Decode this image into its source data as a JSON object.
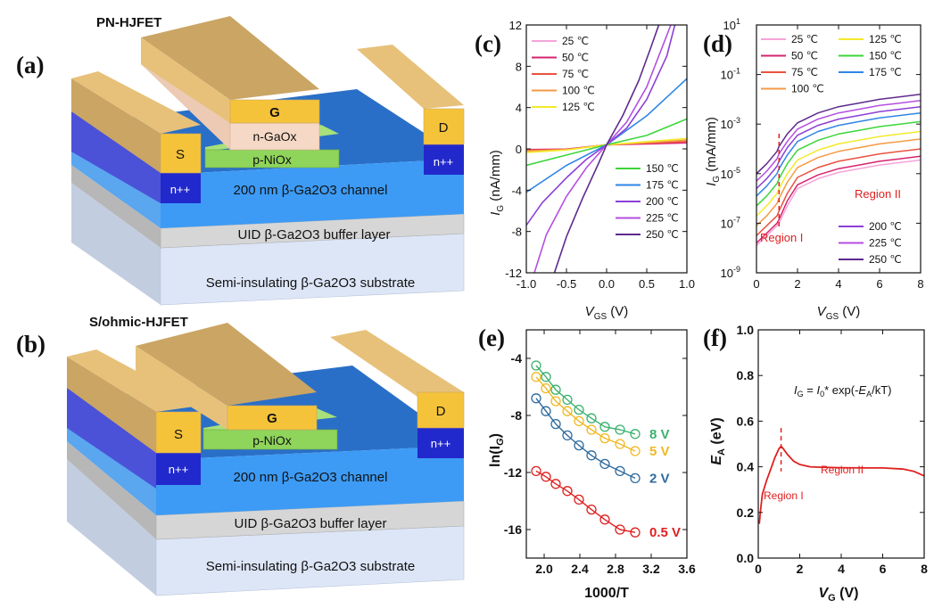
{
  "figure": {
    "panel_a": {
      "letter": "(a)",
      "title": "PN-HJFET",
      "labels": {
        "gate": "G",
        "source": "S",
        "drain": "D",
        "nplus_left": "n++",
        "nplus_right": "n++",
        "n_gaox": "n-GaOx",
        "p_niox": "p-NiOx",
        "channel": "200 nm β-Ga2O3 channel",
        "buffer": "UID β-Ga2O3 buffer layer",
        "substrate": "Semi-insulating β-Ga2O3 substrate"
      }
    },
    "panel_b": {
      "letter": "(b)",
      "title": "S/ohmic-HJFET",
      "labels": {
        "gate": "G",
        "source": "S",
        "drain": "D",
        "nplus_left": "n++",
        "nplus_right": "n++",
        "p_niox": "p-NiOx",
        "channel": "200 nm β-Ga2O3 channel",
        "buffer": "UID β-Ga2O3 buffer layer",
        "substrate": "Semi-insulating β-Ga2O3 substrate"
      }
    },
    "colors": {
      "gold_top": "#f5c33a",
      "gold_front": "#e7ad1d",
      "gold_side": "#caa564",
      "channel": "#3d9bf5",
      "channel_dark": "#2a6fc7",
      "nplus": "#2229cc",
      "buffer": "#d6d6d6",
      "substrate": "#dde6f7",
      "niox": "#8fd45b",
      "gaox": "#f5d8c5"
    }
  },
  "chart_data": [
    {
      "panel": "(c)",
      "type": "line",
      "xlabel": "V",
      "xlabel_sub": "GS",
      "xlabel_unit": " (V)",
      "ylabel": "I",
      "ylabel_sub": "G",
      "ylabel_unit": " (nA/mm)",
      "xlim": [
        -1.0,
        1.0
      ],
      "ylim": [
        -12,
        12
      ],
      "xticks": [
        -1.0,
        -0.5,
        0.0,
        0.5,
        1.0
      ],
      "xticklabels": [
        "-1.0",
        "-0.5",
        "0.0",
        "0.5",
        "1.0"
      ],
      "yticks": [
        -12,
        -8,
        -4,
        0,
        4,
        8,
        12
      ],
      "yticklabels": [
        "-12",
        "-8",
        "-4",
        "0",
        "4",
        "8",
        "12"
      ],
      "legend_left": [
        "25 ℃",
        "50 ℃",
        "75 ℃",
        "100 ℃",
        "125 ℃"
      ],
      "legend_right": [
        "150 ℃",
        "175 ℃",
        "200 ℃",
        "225 ℃",
        "250 ℃"
      ],
      "series": [
        {
          "name": "25 ℃",
          "color": "#f6a3d9",
          "x": [
            -1.0,
            -0.5,
            0.0,
            0.5,
            1.0
          ],
          "y": [
            -0.05,
            -0.02,
            0.4,
            0.45,
            0.55
          ]
        },
        {
          "name": "50 ℃",
          "color": "#d6246f",
          "x": [
            -1.0,
            -0.5,
            0.0,
            0.5,
            1.0
          ],
          "y": [
            -0.08,
            -0.03,
            0.4,
            0.5,
            0.6
          ]
        },
        {
          "name": "75 ℃",
          "color": "#e8533f",
          "x": [
            -1.0,
            -0.5,
            0.0,
            0.5,
            1.0
          ],
          "y": [
            -0.12,
            -0.05,
            0.4,
            0.55,
            0.7
          ]
        },
        {
          "name": "100 ℃",
          "color": "#f59a45",
          "x": [
            -1.0,
            -0.5,
            0.0,
            0.5,
            1.0
          ],
          "y": [
            -0.2,
            -0.08,
            0.4,
            0.6,
            0.85
          ]
        },
        {
          "name": "125 ℃",
          "color": "#f2ea2c",
          "x": [
            -1.0,
            -0.5,
            0.0,
            0.5,
            1.0
          ],
          "y": [
            -0.35,
            -0.1,
            0.4,
            0.7,
            1.0
          ]
        },
        {
          "name": "150 ℃",
          "color": "#3cd63a",
          "x": [
            -1.0,
            -0.5,
            0.0,
            0.5,
            1.0
          ],
          "y": [
            -1.6,
            -0.6,
            0.4,
            1.3,
            2.9
          ]
        },
        {
          "name": "175 ℃",
          "color": "#2f86e6",
          "x": [
            -1.0,
            -0.5,
            0.0,
            0.5,
            1.0
          ],
          "y": [
            -4.2,
            -1.6,
            0.4,
            3.2,
            6.8
          ]
        },
        {
          "name": "200 ℃",
          "color": "#8c3fd6",
          "x": [
            -1.0,
            -0.8,
            -0.5,
            -0.25,
            0.0,
            0.25,
            0.5,
            0.75,
            0.85
          ],
          "y": [
            -7.4,
            -5.2,
            -2.8,
            -1.0,
            0.4,
            2.0,
            4.8,
            9.0,
            12
          ]
        },
        {
          "name": "225 ℃",
          "color": "#b44fe0",
          "x": [
            -0.9,
            -0.75,
            -0.5,
            -0.25,
            0.0,
            0.25,
            0.5,
            0.7,
            0.8
          ],
          "y": [
            -12,
            -8.3,
            -4.6,
            -1.8,
            0.4,
            2.6,
            6.0,
            10.0,
            12
          ]
        },
        {
          "name": "250 ℃",
          "color": "#5e2a8e",
          "x": [
            -0.65,
            -0.5,
            -0.3,
            -0.1,
            0.0,
            0.2,
            0.4,
            0.55,
            0.65
          ],
          "y": [
            -12,
            -8.5,
            -4.8,
            -1.4,
            0.4,
            3.2,
            6.6,
            9.8,
            12
          ]
        }
      ]
    },
    {
      "panel": "(d)",
      "type": "line",
      "xlabel": "V",
      "xlabel_sub": "GS",
      "xlabel_unit": " (V)",
      "ylabel": "I",
      "ylabel_sub": "G",
      "ylabel_unit": " (mA/mm)",
      "xlim": [
        0,
        8
      ],
      "ylim_log10": [
        -9,
        1
      ],
      "yscale": "log",
      "xticks": [
        0,
        2,
        4,
        6,
        8
      ],
      "xticklabels": [
        "0",
        "2",
        "4",
        "6",
        "8"
      ],
      "yticks_log10": [
        -9,
        -7,
        -5,
        -3,
        -1,
        1
      ],
      "yticklabels": [
        [
          "10",
          "-9"
        ],
        [
          "10",
          "-7"
        ],
        [
          "10",
          "-5"
        ],
        [
          "10",
          "-3"
        ],
        [
          "10",
          "-1"
        ],
        [
          "10",
          "1"
        ]
      ],
      "legend_left": [
        "25 ℃",
        "50 ℃",
        "75 ℃",
        "100 ℃"
      ],
      "legend_middle": [
        "125 ℃",
        "150 ℃",
        "175 ℃"
      ],
      "legend_bottom": [
        "200 ℃",
        "225 ℃",
        "250 ℃"
      ],
      "annotations": [
        "Region I",
        "Region II"
      ],
      "divider_x": 1.1,
      "series": [
        {
          "name": "25 ℃",
          "color": "#f6a3d9",
          "x": [
            0,
            0.5,
            1.0,
            1.1,
            1.5,
            2,
            3,
            4,
            5,
            6,
            7,
            8
          ],
          "log10y": [
            -7.9,
            -7.5,
            -7.1,
            -7.0,
            -6.3,
            -5.6,
            -5.2,
            -4.95,
            -4.8,
            -4.65,
            -4.55,
            -4.45
          ]
        },
        {
          "name": "50 ℃",
          "color": "#d6246f",
          "x": [
            0,
            0.5,
            1.0,
            1.1,
            1.5,
            2,
            3,
            4,
            5,
            6,
            7,
            8
          ],
          "log10y": [
            -7.8,
            -7.4,
            -7.0,
            -6.85,
            -6.1,
            -5.45,
            -5.05,
            -4.8,
            -4.65,
            -4.5,
            -4.4,
            -4.3
          ]
        },
        {
          "name": "75 ℃",
          "color": "#e8533f",
          "x": [
            0,
            0.5,
            1.0,
            1.1,
            1.5,
            2,
            3,
            4,
            5,
            6,
            7,
            8
          ],
          "log10y": [
            -7.5,
            -7.1,
            -6.7,
            -6.5,
            -5.8,
            -5.15,
            -4.75,
            -4.5,
            -4.35,
            -4.2,
            -4.1,
            -4.0
          ]
        },
        {
          "name": "100 ℃",
          "color": "#f59a45",
          "x": [
            0,
            0.5,
            1.0,
            1.1,
            1.5,
            2,
            3,
            4,
            5,
            6,
            7,
            8
          ],
          "log10y": [
            -7.1,
            -6.7,
            -6.2,
            -6.0,
            -5.35,
            -4.75,
            -4.35,
            -4.1,
            -3.95,
            -3.8,
            -3.7,
            -3.6
          ]
        },
        {
          "name": "125 ℃",
          "color": "#f2ea2c",
          "x": [
            0,
            0.5,
            1.0,
            1.1,
            1.5,
            2,
            3,
            4,
            5,
            6,
            7,
            8
          ],
          "log10y": [
            -6.7,
            -6.3,
            -5.8,
            -5.6,
            -5.0,
            -4.45,
            -4.05,
            -3.8,
            -3.65,
            -3.5,
            -3.4,
            -3.3
          ]
        },
        {
          "name": "150 ℃",
          "color": "#3cd63a",
          "x": [
            0,
            0.5,
            1.0,
            1.1,
            1.5,
            2,
            3,
            4,
            5,
            6,
            7,
            8
          ],
          "log10y": [
            -6.3,
            -5.9,
            -5.4,
            -5.2,
            -4.6,
            -4.05,
            -3.65,
            -3.4,
            -3.25,
            -3.1,
            -3.0,
            -2.9
          ]
        },
        {
          "name": "175 ℃",
          "color": "#2f86e6",
          "x": [
            0,
            0.5,
            1.0,
            1.1,
            1.5,
            2,
            3,
            4,
            5,
            6,
            7,
            8
          ],
          "log10y": [
            -5.9,
            -5.5,
            -5.0,
            -4.8,
            -4.25,
            -3.7,
            -3.3,
            -3.05,
            -2.9,
            -2.75,
            -2.65,
            -2.55
          ]
        },
        {
          "name": "200 ℃",
          "color": "#8c3fd6",
          "x": [
            0,
            0.5,
            1.0,
            1.1,
            1.5,
            2,
            3,
            4,
            5,
            6,
            7,
            8
          ],
          "log10y": [
            -5.6,
            -5.2,
            -4.7,
            -4.5,
            -3.95,
            -3.45,
            -3.05,
            -2.8,
            -2.65,
            -2.5,
            -2.4,
            -2.3
          ]
        },
        {
          "name": "225 ℃",
          "color": "#b44fe0",
          "x": [
            0,
            0.5,
            1.0,
            1.1,
            1.5,
            2,
            3,
            4,
            5,
            6,
            7,
            8
          ],
          "log10y": [
            -5.3,
            -4.9,
            -4.4,
            -4.2,
            -3.7,
            -3.2,
            -2.8,
            -2.55,
            -2.4,
            -2.25,
            -2.15,
            -2.05
          ]
        },
        {
          "name": "250 ℃",
          "color": "#5e2a8e",
          "x": [
            0,
            0.5,
            1.0,
            1.1,
            1.5,
            2,
            3,
            4,
            5,
            6,
            7,
            8
          ],
          "log10y": [
            -5.0,
            -4.6,
            -4.1,
            -3.9,
            -3.4,
            -2.95,
            -2.55,
            -2.3,
            -2.15,
            -2.0,
            -1.9,
            -1.8
          ]
        }
      ]
    },
    {
      "panel": "(e)",
      "type": "scatter",
      "xlabel": "1000/T",
      "ylabel": "ln(I",
      "ylabel_sub": "G",
      "ylabel_end": ")",
      "xlim": [
        1.8,
        3.6
      ],
      "ylim": [
        -18,
        -2
      ],
      "xticks": [
        2.0,
        2.4,
        2.8,
        3.2,
        3.6
      ],
      "xticklabels": [
        "2.0",
        "2.4",
        "2.8",
        "3.2",
        "3.6"
      ],
      "yticks": [
        -16,
        -12,
        -8,
        -4
      ],
      "yticklabels": [
        "-16",
        "-12",
        "-8",
        "-4"
      ],
      "x": [
        1.91,
        2.02,
        2.13,
        2.26,
        2.39,
        2.53,
        2.68,
        2.85,
        3.02
      ],
      "series": [
        {
          "name": "8 V",
          "color": "#3bb26e",
          "y": [
            -4.5,
            -5.3,
            -6.2,
            -6.9,
            -7.6,
            -8.2,
            -8.8,
            -9.0,
            -9.3
          ]
        },
        {
          "name": "5 V",
          "color": "#f0b822",
          "y": [
            -5.3,
            -6.1,
            -7.0,
            -7.7,
            -8.4,
            -9.0,
            -9.6,
            -10.0,
            -10.5
          ]
        },
        {
          "name": "2 V",
          "color": "#2f6b9e",
          "y": [
            -6.8,
            -7.7,
            -8.6,
            -9.4,
            -10.1,
            -10.8,
            -11.4,
            -11.9,
            -12.4
          ]
        },
        {
          "name": "0.5 V",
          "color": "#e02020",
          "y": [
            -11.9,
            -12.3,
            -12.8,
            -13.3,
            -13.9,
            -14.6,
            -15.3,
            -16.0,
            -16.2
          ]
        }
      ]
    },
    {
      "panel": "(f)",
      "type": "line",
      "xlabel": "V",
      "xlabel_sub": "G",
      "xlabel_unit": " (V)",
      "ylabel": "E",
      "ylabel_sub": "A",
      "ylabel_unit": " (eV)",
      "xlim": [
        0,
        8
      ],
      "ylim": [
        0.0,
        1.0
      ],
      "xticks": [
        0,
        2,
        4,
        6,
        8
      ],
      "xticklabels": [
        "0",
        "2",
        "4",
        "6",
        "8"
      ],
      "yticks": [
        0.0,
        0.2,
        0.4,
        0.6,
        0.8,
        1.0
      ],
      "yticklabels": [
        "0.0",
        "0.2",
        "0.4",
        "0.6",
        "0.8",
        "1.0"
      ],
      "equation": {
        "a": "I",
        "b": "G",
        "c": " = ",
        "d": "I",
        "e": "0",
        "f": "* exp(-",
        "g": "E",
        "h": "A",
        "i": "/kT)"
      },
      "annotations": [
        "Region I",
        "Region II"
      ],
      "divider_x": 1.1,
      "series": [
        {
          "name": "EA",
          "color": "#e02020",
          "x": [
            0.05,
            0.1,
            0.2,
            0.4,
            0.6,
            0.8,
            1.0,
            1.1,
            1.2,
            1.4,
            1.7,
            2.0,
            2.5,
            3,
            4,
            5,
            6,
            7,
            7.5,
            8
          ],
          "y": [
            0.15,
            0.2,
            0.28,
            0.34,
            0.39,
            0.44,
            0.48,
            0.49,
            0.48,
            0.455,
            0.425,
            0.41,
            0.4,
            0.398,
            0.396,
            0.395,
            0.395,
            0.39,
            0.38,
            0.36
          ]
        }
      ]
    }
  ]
}
